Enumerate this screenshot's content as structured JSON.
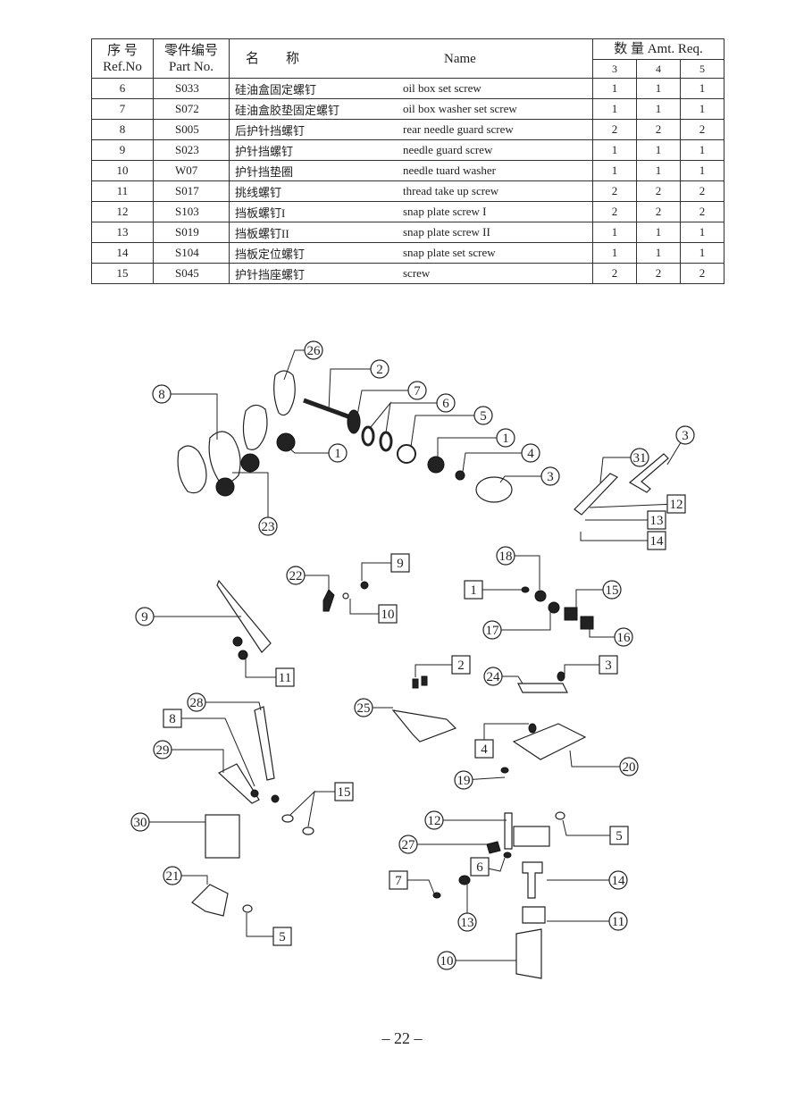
{
  "table": {
    "headers": {
      "ref_cn": "序 号",
      "ref_en": "Ref.No",
      "part_cn": "零件编号",
      "part_en": "Part No.",
      "name_cn": "名　　称",
      "name_en": "Name",
      "amt": "数 量 Amt. Req.",
      "amt_cols": [
        "3",
        "4",
        "5"
      ]
    },
    "rows": [
      {
        "ref": "6",
        "part": "S033",
        "cn": "硅油盒固定螺钉",
        "en": "oil box set screw",
        "q": [
          "1",
          "1",
          "1"
        ]
      },
      {
        "ref": "7",
        "part": "S072",
        "cn": "硅油盒胶垫固定螺钉",
        "en": "oil box washer set screw",
        "q": [
          "1",
          "1",
          "1"
        ]
      },
      {
        "ref": "8",
        "part": "S005",
        "cn": "后护针挡螺钉",
        "en": "rear needle guard screw",
        "q": [
          "2",
          "2",
          "2"
        ]
      },
      {
        "ref": "9",
        "part": "S023",
        "cn": "护针挡螺钉",
        "en": "needle guard screw",
        "q": [
          "1",
          "1",
          "1"
        ]
      },
      {
        "ref": "10",
        "part": "W07",
        "cn": "护针挡垫圈",
        "en": "needle tuard washer",
        "q": [
          "1",
          "1",
          "1"
        ]
      },
      {
        "ref": "11",
        "part": "S017",
        "cn": "挑线螺钉",
        "en": "thread take up screw",
        "q": [
          "2",
          "2",
          "2"
        ]
      },
      {
        "ref": "12",
        "part": "S103",
        "cn": "挡板螺钉I",
        "en": "snap plate screw I",
        "q": [
          "2",
          "2",
          "2"
        ]
      },
      {
        "ref": "13",
        "part": "S019",
        "cn": "挡板螺钉II",
        "en": "snap plate screw II",
        "q": [
          "1",
          "1",
          "1"
        ]
      },
      {
        "ref": "14",
        "part": "S104",
        "cn": "挡板定位螺钉",
        "en": "snap plate set screw",
        "q": [
          "1",
          "1",
          "1"
        ]
      },
      {
        "ref": "15",
        "part": "S045",
        "cn": "护针挡座螺钉",
        "en": "screw",
        "q": [
          "2",
          "2",
          "2"
        ]
      }
    ]
  },
  "diagram": {
    "circle_callouts": [
      "26",
      "2",
      "8",
      "7",
      "6",
      "5",
      "1",
      "1",
      "4",
      "3",
      "23",
      "3",
      "31",
      "22",
      "9",
      "18",
      "15",
      "17",
      "16",
      "24",
      "28",
      "25",
      "29",
      "20",
      "19",
      "30",
      "12",
      "27",
      "14",
      "13",
      "11",
      "21",
      "10"
    ],
    "box_callouts": [
      "12",
      "13",
      "14",
      "9",
      "10",
      "1",
      "11",
      "2",
      "3",
      "8",
      "4",
      "15",
      "5",
      "6",
      "7",
      "5"
    ]
  },
  "footer": {
    "page_number": "– 22 –"
  }
}
